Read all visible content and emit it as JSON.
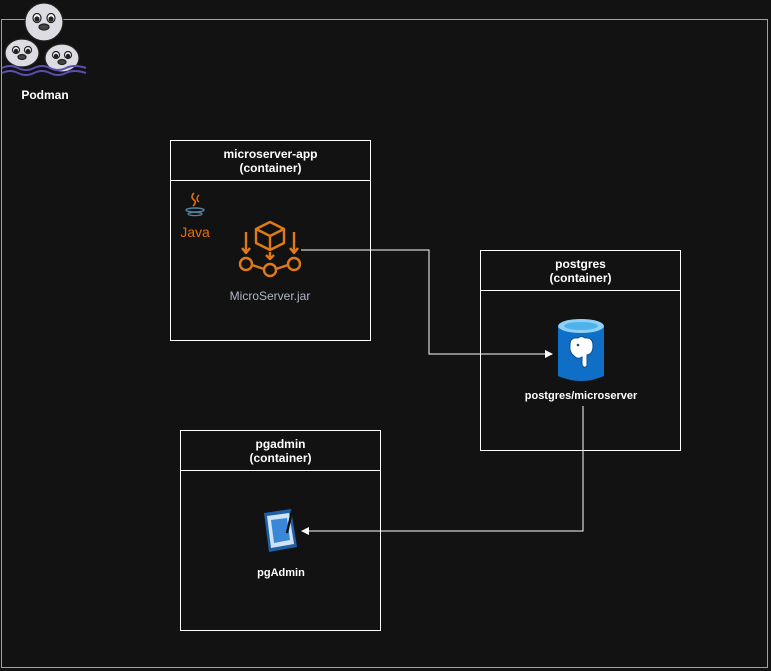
{
  "diagram": {
    "platform": {
      "label": "Podman",
      "icon": "podman-seals-icon"
    },
    "containers": [
      {
        "id": "app",
        "title": "microserver-app",
        "subtitle": "(container)",
        "node_label": "MicroServer.jar",
        "node_icon": "microservice-icon",
        "badge_label": "Java",
        "badge_icon": "java-icon"
      },
      {
        "id": "db",
        "title": "postgres",
        "subtitle": "(container)",
        "node_label": "postgres/microserver",
        "node_icon": "postgres-database-icon"
      },
      {
        "id": "admin",
        "title": "pgadmin",
        "subtitle": "(container)",
        "node_label": "pgAdmin",
        "node_icon": "pgadmin-icon"
      }
    ],
    "connections": [
      {
        "from": "MicroServer.jar",
        "to": "postgres/microserver"
      },
      {
        "from": "postgres/microserver",
        "to": "pgAdmin"
      }
    ],
    "colors": {
      "background": "#121212",
      "frame": "#b38ed6",
      "box": "#ffffff",
      "java": "#e76f00",
      "micro": "#e07a18",
      "micro_label": "#b0b6c8",
      "postgres_blue": "#0f6fc6",
      "pgadmin": "#3a86d8"
    }
  }
}
